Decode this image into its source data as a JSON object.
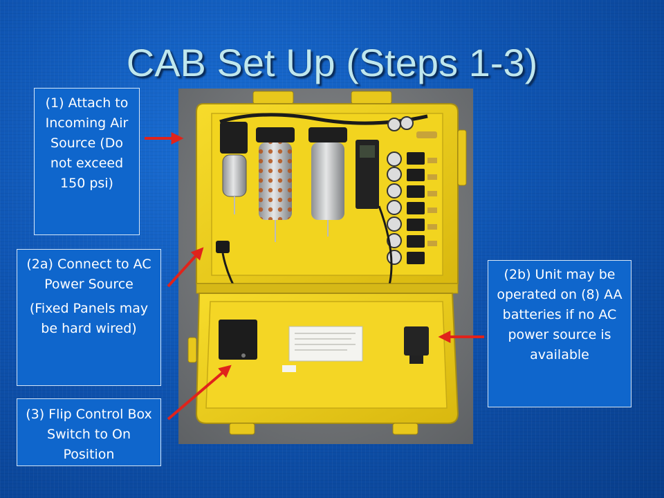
{
  "slide": {
    "title": "CAB Set Up (Steps 1-3)",
    "background_color": "#0f55b3",
    "callout_color": "#0f66cc",
    "arrow_color": "#e0231b"
  },
  "callouts": {
    "step1": "(1) Attach to Incoming Air Source (Do not exceed 150 psi)",
    "step2a_line1": "(2a) Connect to AC Power Source",
    "step2a_line2": "(Fixed Panels may be hard wired)",
    "step2b": "(2b) Unit may be operated on (8) AA batteries if no AC power source is available",
    "step3": "(3) Flip Control Box Switch to On Position"
  },
  "photo": {
    "case_color": "#f1d21a"
  }
}
